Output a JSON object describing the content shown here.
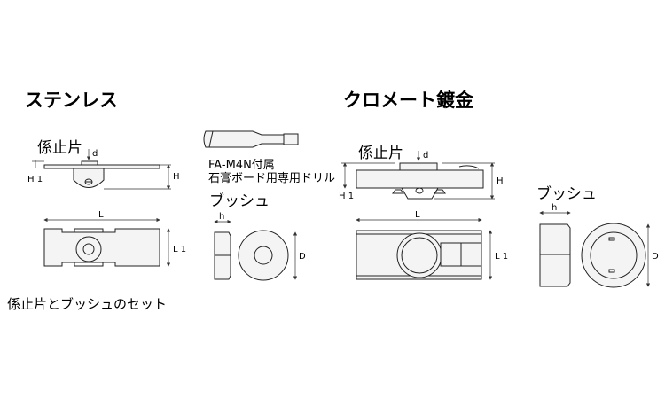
{
  "stainless": {
    "title": "ステンレス",
    "clip_label": "係止片",
    "bush_label": "ブッシュ",
    "caption": "係止片とブッシュのセット",
    "drill_line1": "FA-M4N付属",
    "drill_line2": "石膏ボード用専用ドリル",
    "dims": {
      "d": "d",
      "H1": "H 1",
      "H": "H",
      "L": "L",
      "L1": "L 1",
      "h": "h",
      "D": "D"
    }
  },
  "chromate": {
    "title": "クロメート鍍金",
    "clip_label": "係止片",
    "bush_label": "ブッシュ",
    "dims": {
      "d": "d",
      "H1": "H 1",
      "H": "H",
      "L": "L",
      "L1": "L 1",
      "h": "h",
      "D": "D"
    }
  }
}
